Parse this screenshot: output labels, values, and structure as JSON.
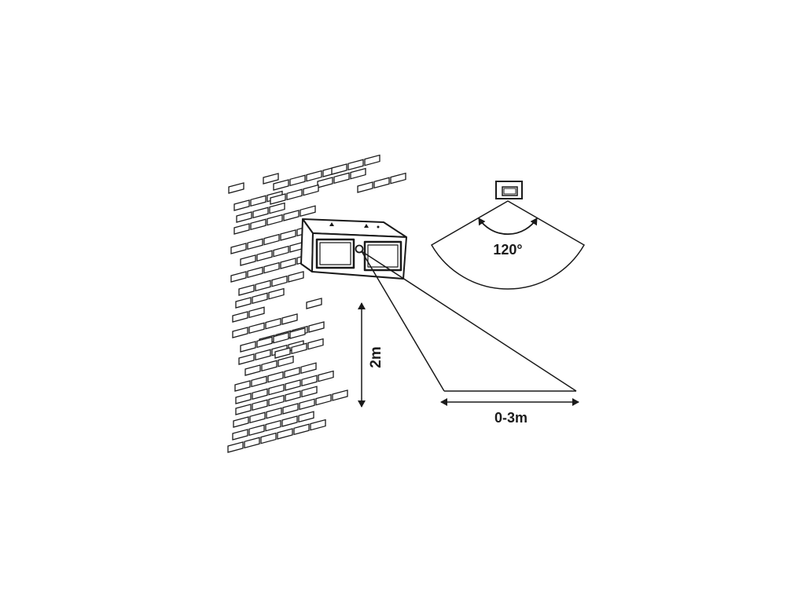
{
  "diagram": {
    "height_label": "2m",
    "range_label": "0-3m",
    "angle_label": "120°",
    "colors": {
      "stroke": "#1a1a1a",
      "background": "#ffffff"
    },
    "icons": [
      "brick-wall",
      "solar-light-fixture",
      "motion-sensor"
    ]
  }
}
